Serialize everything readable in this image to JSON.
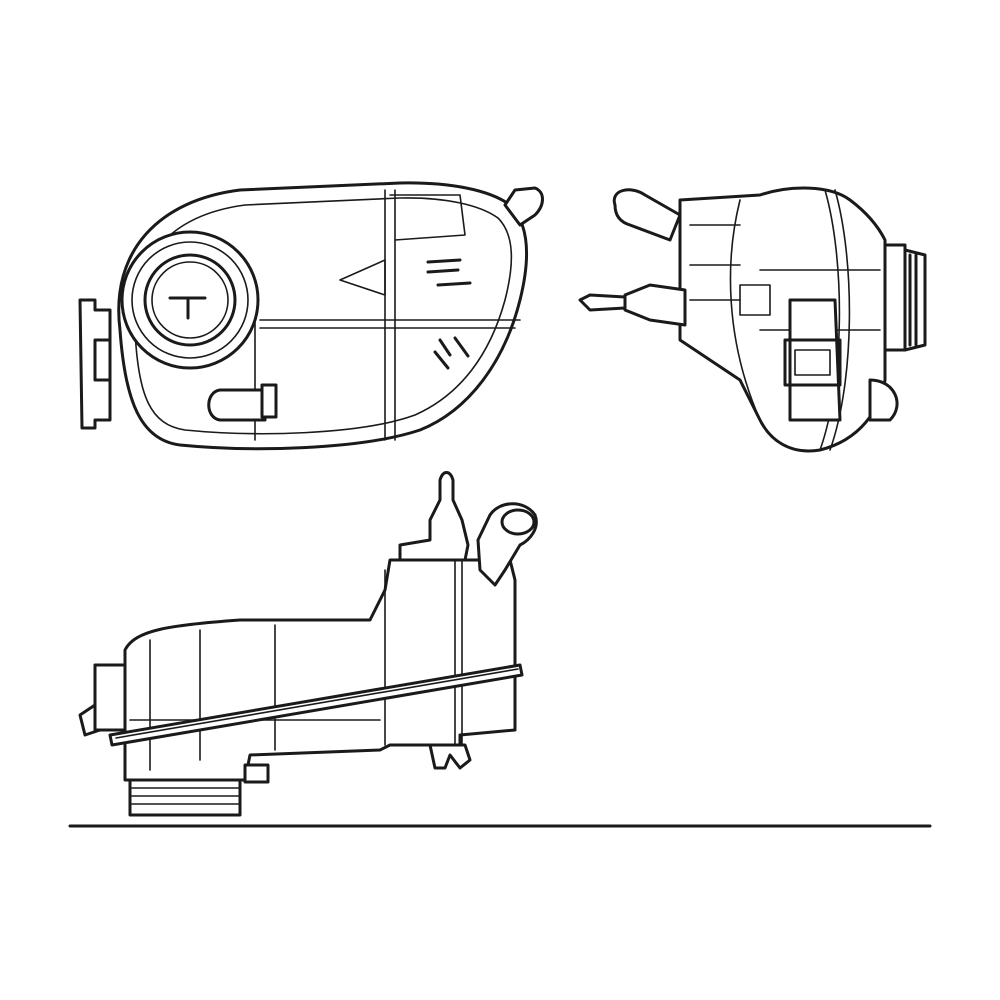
{
  "drawing": {
    "subject": "",
    "views": [
      "top-view",
      "side-view",
      "front-view"
    ],
    "colors": {
      "line": "#1a1a1a",
      "background": "#ffffff"
    }
  }
}
